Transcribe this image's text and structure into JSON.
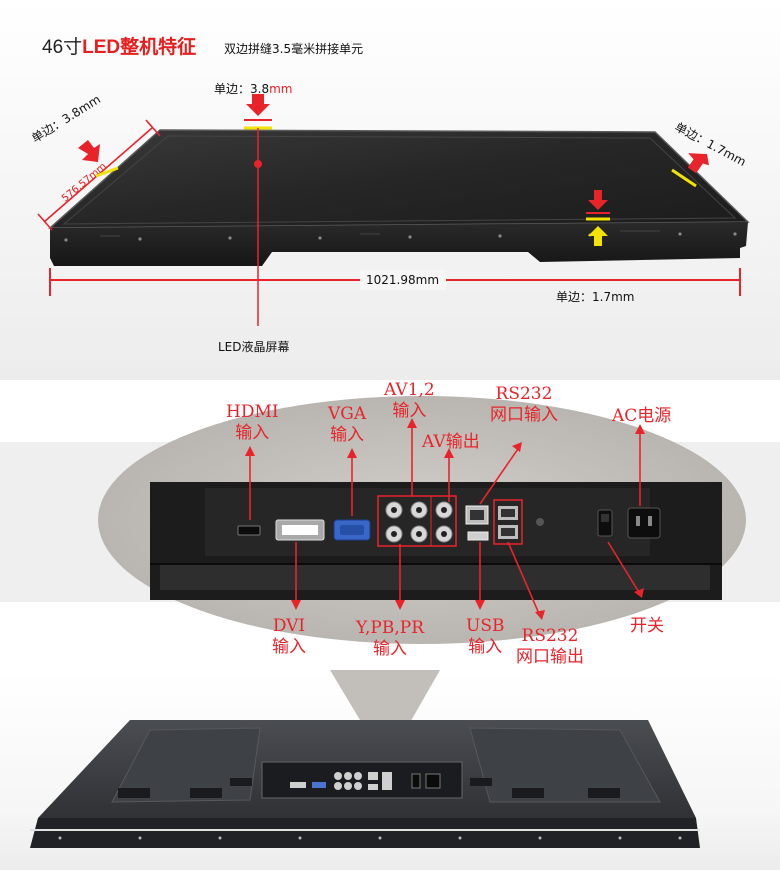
{
  "header": {
    "size_label": "46寸",
    "feature_label": "LED整机特征",
    "subtitle": "双边拼缝3.5毫米拼接单元"
  },
  "dimensions": {
    "top_edge_prefix": "单边：3.8",
    "top_edge_unit": "mm",
    "left_edge": "单边：3.8mm",
    "height": "576.57mm",
    "right_edge": "单边：1.7mm",
    "width": "1021.98mm",
    "bottom_edge": "单边：1.7mm"
  },
  "screen_label": "LED液晶屏幕",
  "ports": {
    "hdmi": [
      "HDMI",
      "输入"
    ],
    "vga": [
      "VGA",
      "输入"
    ],
    "av_in": [
      "AV1,2",
      "输入"
    ],
    "av_out": "AV输出",
    "rs232_in": [
      "RS232",
      "网口输入"
    ],
    "ac_power": "AC电源",
    "dvi": [
      "DVI",
      "输入"
    ],
    "ypbpr": [
      "Y,PB,PR",
      "输入"
    ],
    "usb": [
      "USB",
      "输入"
    ],
    "rs232_out": [
      "RS232",
      "网口输出"
    ],
    "switch": "开关"
  },
  "colors": {
    "annotation_red": "#e8242a",
    "marker_yellow": "#f2e400",
    "panel_dark": "#1f1f1f"
  }
}
